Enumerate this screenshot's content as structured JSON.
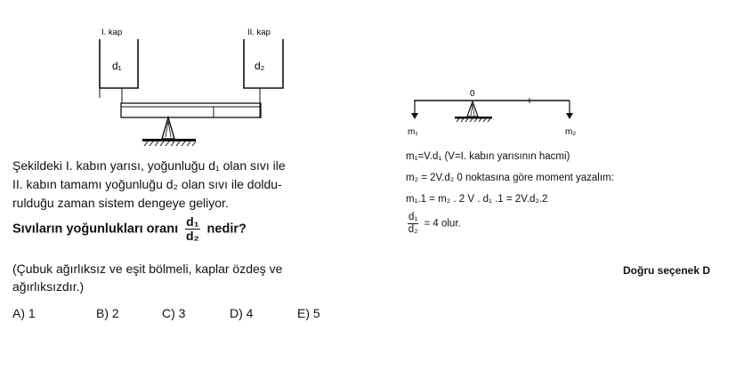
{
  "figure_left": {
    "container_1_label": "I. kap",
    "container_2_label": "II. kap",
    "d1_label": "d₁",
    "d2_label": "d₂"
  },
  "question": {
    "lines": [
      "Şekildeki I. kabın yarısı, yoğunluğu d₁ olan sıvı ile",
      "II. kabın tamamı yoğunluğu d₂ olan sıvı ile doldu-",
      "rulduğu zaman sistem dengeye geliyor."
    ],
    "bold_prefix": "Sıvıların yoğunlukları oranı",
    "bold_frac_num": "d₁",
    "bold_frac_den": "d₂",
    "bold_suffix": "nedir?",
    "note_lines": [
      "(Çubuk ağırlıksız ve eşit bölmeli, kaplar özdeş ve",
      "ağırlıksızdır.)"
    ],
    "options": [
      "A) 1",
      "B) 2",
      "C) 3",
      "D) 4",
      "E) 5"
    ]
  },
  "figure_right": {
    "pivot_label": "0",
    "m1_label": "m₁",
    "m2_label": "m₂"
  },
  "solution": {
    "line1": "m₁=V.d₁   (V=I. kabın yarısının hacmi)",
    "line2": "m₂ = 2V.d₂   0 noktasına  göre moment yazalım:",
    "line3": "m₁.1 = m₂ . 2       V . d₁ .1 = 2V.d₂.2",
    "frac_num": "d₁",
    "frac_den": "d₂",
    "frac_result": "= 4 olur.",
    "answer": "Doğru seçenek D"
  }
}
